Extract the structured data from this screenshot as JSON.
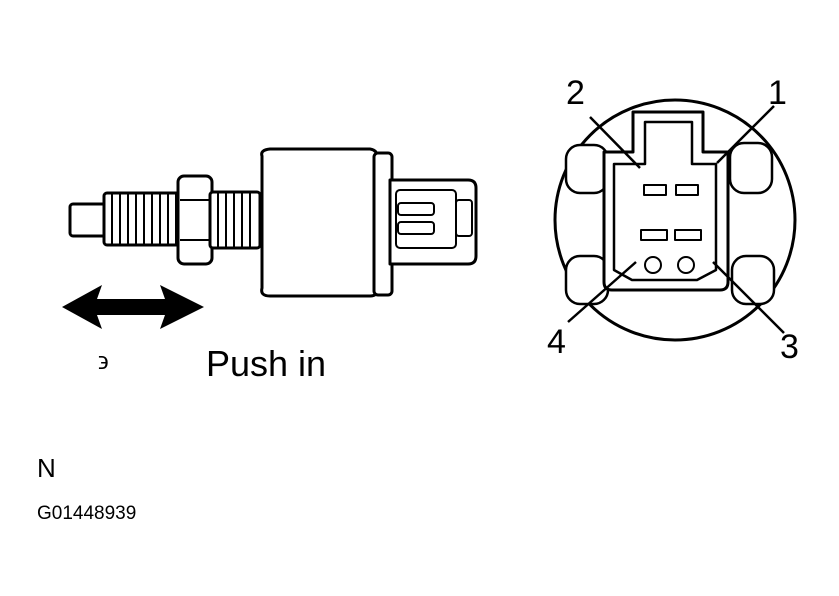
{
  "labels": {
    "push_in": "Push in",
    "partial": "϶",
    "n_mark": "N",
    "figure_code": "G01448939"
  },
  "pins": {
    "pin1": "1",
    "pin2": "2",
    "pin3": "3",
    "pin4": "4"
  },
  "colors": {
    "ink": "#000000",
    "paper": "#ffffff",
    "shade": "#d9d9d9"
  }
}
